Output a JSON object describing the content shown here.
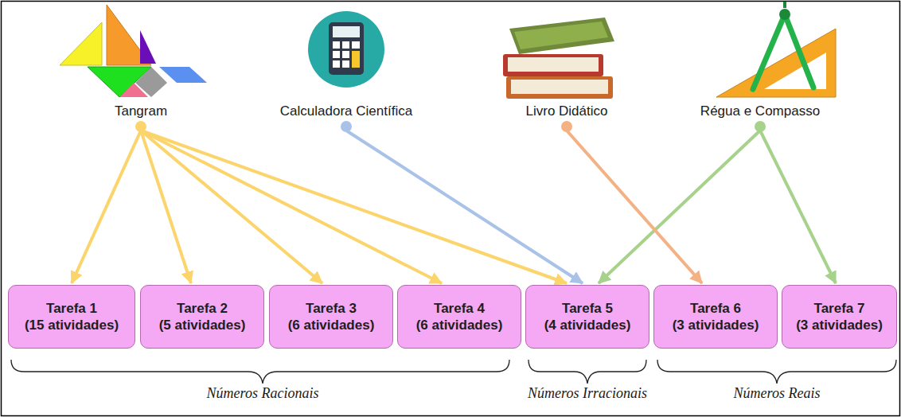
{
  "diagram": {
    "nodes": [
      {
        "text": [
          "Tangram"
        ]
      },
      {
        "text": [
          "Calculadora Científica"
        ]
      },
      {
        "text": [
          "Livro Didático"
        ]
      },
      {
        "text": [
          "Régua e Compasso"
        ]
      },
      {
        "text": [
          "Tarefa 1 (15 atividades)"
        ]
      },
      {
        "text": [
          "Tarefa 2 (5 atividades)"
        ]
      },
      {
        "text": [
          "Tarefa 3 (6 atividades)"
        ]
      },
      {
        "text": [
          "Tarefa 4 (6 atividades)"
        ]
      },
      {
        "text": [
          "Tarefa 5 (4 atividades)"
        ]
      },
      {
        "text": [
          "Tarefa 6 (3 atividades)"
        ]
      },
      {
        "text": [
          "Tarefa 7 (3 atividades)"
        ]
      }
    ],
    "edges": [
      {
        "from": 0,
        "to": 4,
        "arrow": "to"
      },
      {
        "from": 0,
        "to": 5,
        "arrow": "to"
      },
      {
        "from": 0,
        "to": 6,
        "arrow": "to"
      },
      {
        "from": 0,
        "to": 7,
        "arrow": "to"
      },
      {
        "from": 0,
        "to": 8,
        "arrow": "to"
      },
      {
        "from": 1,
        "to": 8,
        "arrow": "to"
      },
      {
        "from": 3,
        "to": 8,
        "arrow": "to"
      },
      {
        "from": 3,
        "to": 10,
        "arrow": "to"
      },
      {
        "from": 2,
        "to": 9,
        "arrow": "to"
      }
    ],
    "labels": [
      "Números Racionais",
      "Números Irracionais",
      "Números Reais"
    ]
  }
}
